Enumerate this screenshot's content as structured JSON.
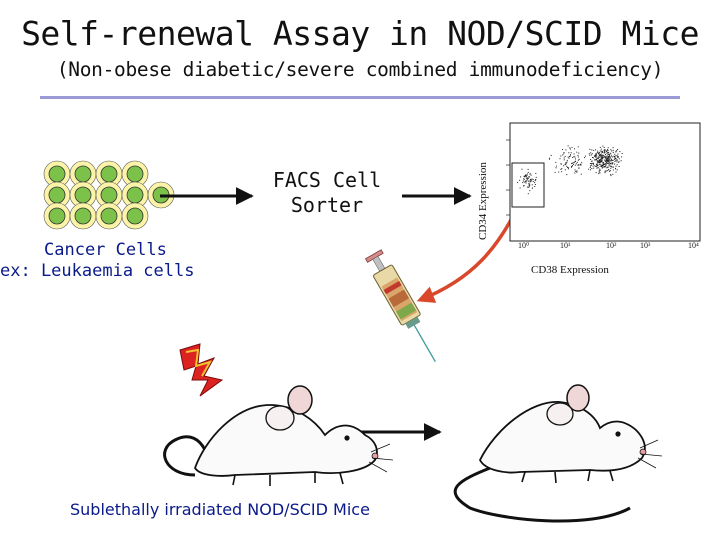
{
  "header": {
    "title": "Self-renewal Assay in NOD/SCID Mice",
    "subtitle": "(Non-obese diabetic/severe combined immunodeficiency)"
  },
  "cells": {
    "line1": "Cancer Cells",
    "line2": "ex:  Leukaemia cells"
  },
  "sorter": {
    "line1": "FACS Cell",
    "line2": "Sorter"
  },
  "plot": {
    "ylabel": "CD34 Expression",
    "xlabel": "CD38 Expression"
  },
  "mice": {
    "label": "Sublethally irradiated NOD/SCID Mice"
  },
  "colors": {
    "cell_fill": "#7cc24a",
    "cell_bg": "#fbf3a8",
    "arrow_red": "#d9482b",
    "accent_rule": "#9a9ad6"
  }
}
